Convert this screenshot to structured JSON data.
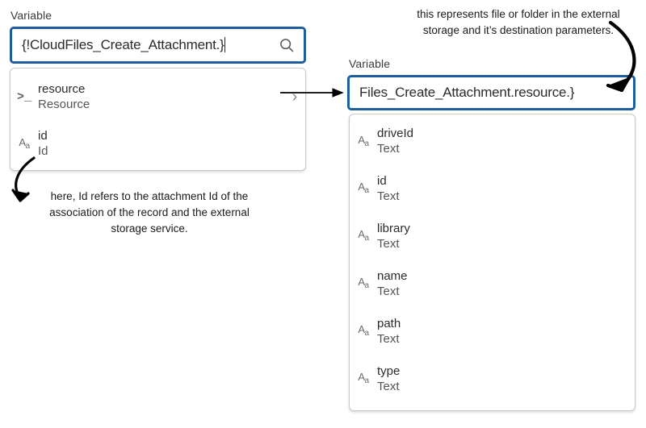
{
  "left_panel": {
    "label": "Variable",
    "input": {
      "value": "{!CloudFiles_Create_Attachment.}",
      "search_icon": "search-icon"
    },
    "options": [
      {
        "icon": "terminal-icon",
        "icon_glyph": ">_",
        "name": "resource",
        "type": "Resource",
        "has_chevron": true,
        "chevron_glyph": "›"
      },
      {
        "icon": "text-type-icon",
        "icon_glyph": "Aa",
        "name": "id",
        "type": "Id",
        "has_chevron": false,
        "chevron_glyph": ""
      }
    ]
  },
  "right_panel": {
    "label": "Variable",
    "input": {
      "value": "Files_Create_Attachment.resource.}"
    },
    "options": [
      {
        "icon": "text-type-icon",
        "icon_glyph": "Aa",
        "name": "driveId",
        "type": "Text"
      },
      {
        "icon": "text-type-icon",
        "icon_glyph": "Aa",
        "name": "id",
        "type": "Text"
      },
      {
        "icon": "text-type-icon",
        "icon_glyph": "Aa",
        "name": "library",
        "type": "Text"
      },
      {
        "icon": "text-type-icon",
        "icon_glyph": "Aa",
        "name": "name",
        "type": "Text"
      },
      {
        "icon": "text-type-icon",
        "icon_glyph": "Aa",
        "name": "path",
        "type": "Text"
      },
      {
        "icon": "text-type-icon",
        "icon_glyph": "Aa",
        "name": "type",
        "type": "Text"
      }
    ]
  },
  "annotations": {
    "top_right": "this represents file or folder in the external storage and it’s destination parameters.",
    "bottom_left": "here, Id refers to the attachment Id of the association of the record and the external storage service."
  },
  "colors": {
    "input_border": "#1c5e9e",
    "panel_border": "#c9c9c9",
    "text": "#2b2b2b",
    "muted_text": "#555555",
    "annotation_arrow": "#000000",
    "background": "#ffffff"
  }
}
